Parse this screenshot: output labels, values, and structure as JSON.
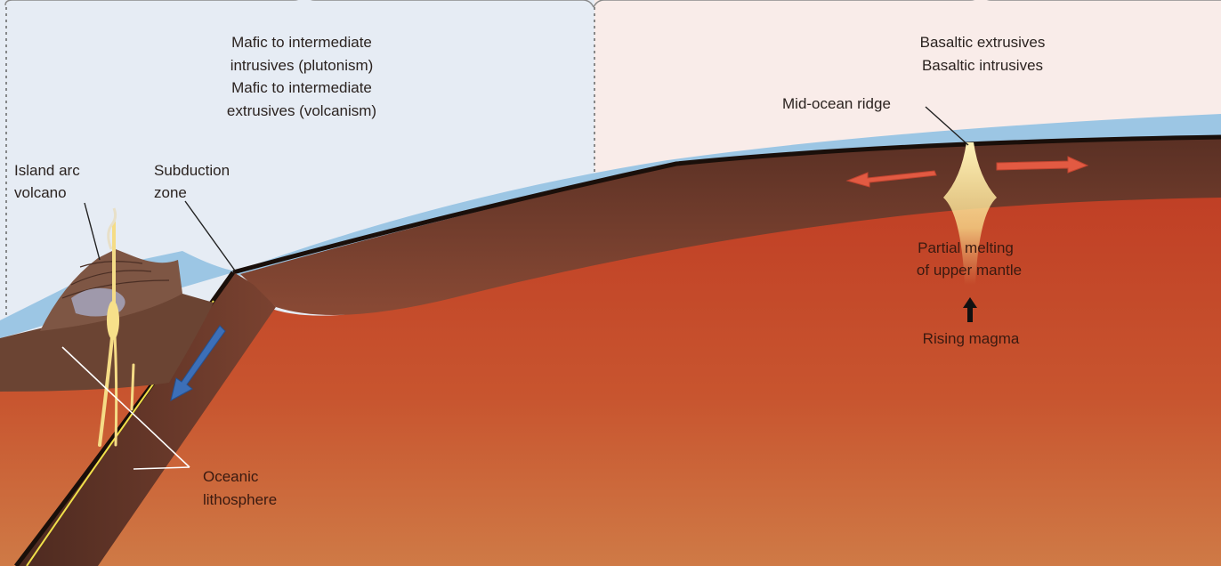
{
  "labels": {
    "mafic_line1": "Mafic to intermediate",
    "mafic_line2": "intrusives (plutonism)",
    "mafic_line3": "Mafic to intermediate",
    "mafic_line4": "extrusives (volcanism)",
    "basaltic_extrusives": "Basaltic extrusives",
    "basaltic_intrusives": "Basaltic intrusives",
    "mid_ocean_ridge": "Mid-ocean ridge",
    "island_arc_line1": "Island arc",
    "island_arc_line2": "volcano",
    "subduction_line1": "Subduction",
    "subduction_line2": "zone",
    "partial_melting_line1": "Partial melting",
    "partial_melting_line2": "of upper mantle",
    "rising_magma": "Rising magma",
    "oceanic_line1": "Oceanic",
    "oceanic_line2": "lithosphere"
  },
  "colors": {
    "left_panel_bg": "#e6ecf4",
    "right_panel_bg": "#f9ece9",
    "ocean": "#9cc6e4",
    "lithosphere": "#6a3b2b",
    "mantle": "#c0442a",
    "spreading_arrow": "#d8553e",
    "subduction_arrow": "#3c6fb8",
    "magma": "#f5dc86"
  },
  "icons": {
    "spreading_arrows": "double-arrow-icon",
    "subduction_arrow": "arrow-down-left-icon",
    "rising_arrow": "arrow-up-icon"
  }
}
